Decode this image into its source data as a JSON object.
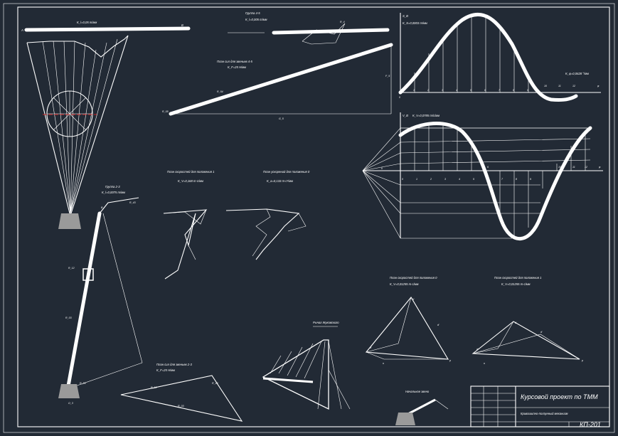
{
  "colors": {
    "background": "#222a35",
    "lines": "#ffffff",
    "accent": "#cc2222",
    "ground": "#9a9a9a"
  },
  "top_mechanism": {
    "scale": "K_l=0,05 m/мм",
    "letter_A": "A",
    "letter_B": "B"
  },
  "group45": {
    "title": "Группа 4-5",
    "scale": "K_l=0,005 m/мм",
    "load_label": "R_4"
  },
  "force_polygon_45": {
    "title": "План сил для звеньев 4-5",
    "scale": "K_F=25 Н/мм",
    "r_left": "R_05",
    "r_right": "R_54",
    "r_bottom": "G_5",
    "r_edge": "F_5"
  },
  "displacement_diagram": {
    "axis_s": "S_B",
    "scale": "K_S=0,0003 m/мм",
    "scale_phi": "K_φ=0,0628 °/мм",
    "ticks": [
      "0",
      "1",
      "2",
      "3",
      "4",
      "5",
      "6",
      "7",
      "8",
      "9",
      "10",
      "11",
      "12",
      "φ"
    ]
  },
  "velocity_diagram": {
    "axis_v": "V_B",
    "scale": "K_V=0,0785 m/с/мм",
    "axis_origin": "0",
    "ticks": [
      "0",
      "1",
      "2",
      "3",
      "4",
      "5",
      "6",
      "7",
      "8",
      "9",
      "10",
      "11",
      "12",
      "φ"
    ]
  },
  "velocity_plan_1": {
    "title": "План скоростей для положения 1",
    "scale": "K_V=0,168 m·с/мм"
  },
  "acceleration_plan_0": {
    "title": "План ускорений для положения 0",
    "scale": "K_a=0,133 m·с²/мм"
  },
  "group23": {
    "title": "Группа 2-3",
    "scale": "K_l=0,0075 m/мм",
    "labels": [
      "B",
      "R_43",
      "R_12",
      "R_03",
      "O_3",
      "R_03"
    ]
  },
  "force_polygon_23": {
    "title": "План сил для звеньев 2-3",
    "scale": "K_F=25 Н/мм",
    "r1": "R_12",
    "r2": "R_43",
    "r3": "R_03"
  },
  "zhukovsky": {
    "title": "Рычаг Жуковского"
  },
  "input_link": {
    "title": "Начальное звено"
  },
  "speed_plan_0": {
    "title": "План скоростей для положения 0",
    "scale": "K_V=0,01255 m·с/мм",
    "labels": [
      "b'",
      "a'",
      "o",
      "d'",
      "p"
    ]
  },
  "speed_plan_1": {
    "title": "План скоростей для положения 1",
    "scale": "K_V=0,01255 m·с/мм",
    "labels": [
      "b'",
      "a'",
      "o",
      "d'",
      "p"
    ]
  },
  "title_block": {
    "line1": "Курсовой проект по ТММ",
    "line2": "Кривошипно-ползунный механизм",
    "code": "КП-201"
  }
}
